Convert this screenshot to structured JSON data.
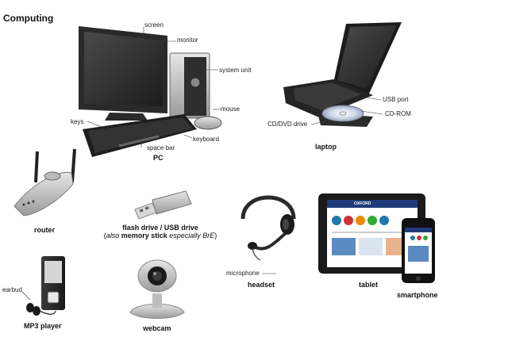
{
  "title": "Computing",
  "pc": {
    "caption": "PC",
    "labels": {
      "screen": "screen",
      "monitor": "monitor",
      "system_unit": "system unit",
      "mouse": "mouse",
      "keys": "keys",
      "keyboard": "keyboard",
      "space_bar": "space bar"
    }
  },
  "laptop": {
    "caption": "laptop",
    "labels": {
      "usb_port": "USB port",
      "cd_rom": "CD-ROM",
      "cd_dvd_drive": "CD/DVD drive"
    }
  },
  "router": {
    "caption": "router"
  },
  "flash_drive": {
    "caption_line1": "flash drive / USB drive",
    "caption_open": "(",
    "caption_also": "also",
    "caption_memory_stick": " memory stick ",
    "caption_especially": "especially BrE",
    "caption_close": ")"
  },
  "headset": {
    "caption": "headset",
    "labels": {
      "microphone": "microphone"
    }
  },
  "tablet": {
    "caption": "tablet",
    "screen_text": "OXFORD"
  },
  "smartphone": {
    "caption": "smartphone"
  },
  "mp3_player": {
    "caption": "MP3 player",
    "labels": {
      "earbud": "earbud"
    }
  },
  "webcam": {
    "caption": "webcam"
  }
}
